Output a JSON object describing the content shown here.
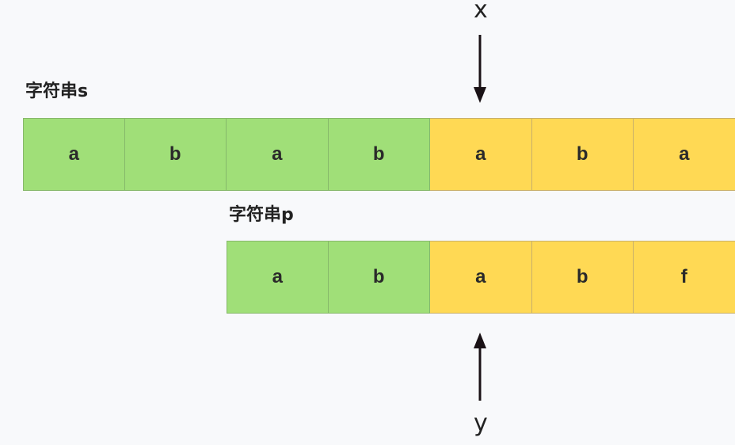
{
  "string_s": {
    "label": "字符串s",
    "cells": [
      {
        "char": "a",
        "color": "#a0df78"
      },
      {
        "char": "b",
        "color": "#a0df78"
      },
      {
        "char": "a",
        "color": "#a0df78"
      },
      {
        "char": "b",
        "color": "#a0df78"
      },
      {
        "char": "a",
        "color": "#ffd954"
      },
      {
        "char": "b",
        "color": "#ffd954"
      },
      {
        "char": "a",
        "color": "#ffd954"
      }
    ]
  },
  "string_p": {
    "label": "字符串p",
    "cells": [
      {
        "char": "a",
        "color": "#a0df78"
      },
      {
        "char": "b",
        "color": "#a0df78"
      },
      {
        "char": "a",
        "color": "#ffd954"
      },
      {
        "char": "b",
        "color": "#ffd954"
      },
      {
        "char": "f",
        "color": "#ffd954"
      }
    ]
  },
  "pointer_x": {
    "label": "x"
  },
  "pointer_y": {
    "label": "y"
  },
  "colors": {
    "match": "#a0df78",
    "compare": "#ffd954",
    "arrow": "#1a1216"
  }
}
